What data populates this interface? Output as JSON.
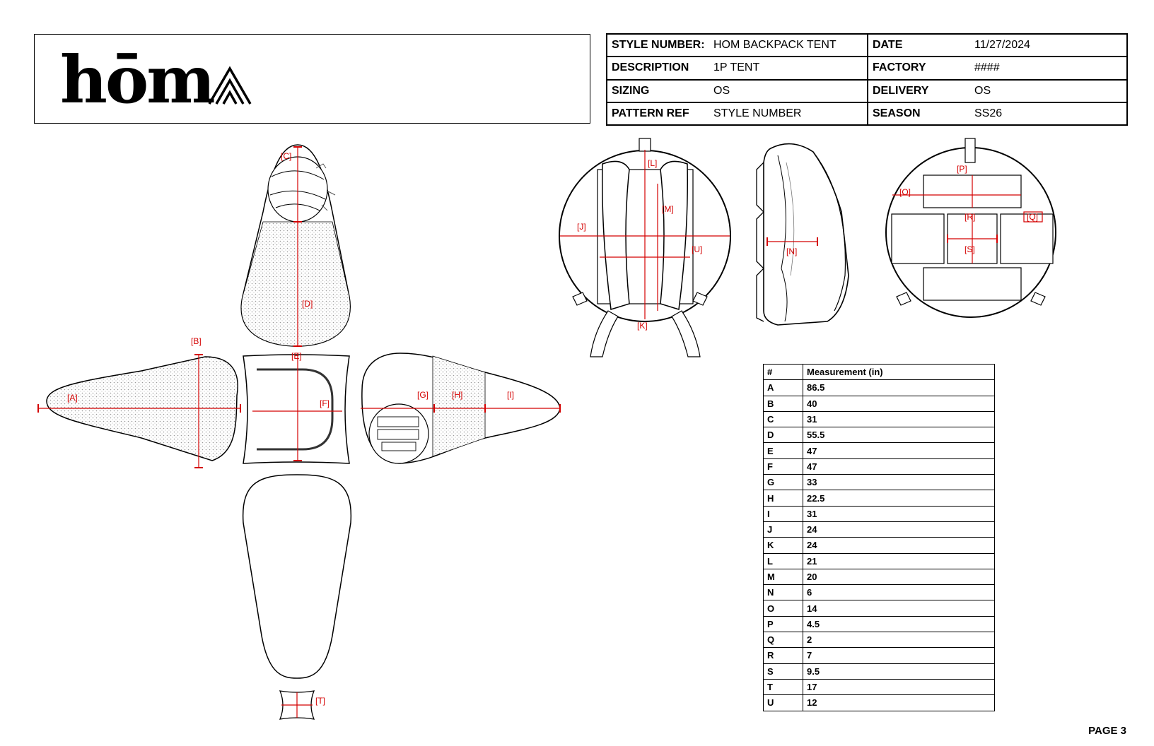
{
  "brand": {
    "wordmark": "hōm"
  },
  "spec": {
    "rows": [
      {
        "k1": "STYLE NUMBER:",
        "v1": "HOM BACKPACK TENT",
        "k2": "DATE",
        "v2": "11/27/2024"
      },
      {
        "k1": "DESCRIPTION",
        "v1": "1P TENT",
        "k2": "FACTORY",
        "v2": "####"
      },
      {
        "k1": "SIZING",
        "v1": "OS",
        "k2": "DELIVERY",
        "v2": "OS"
      },
      {
        "k1": "PATTERN REF",
        "v1": "STYLE NUMBER",
        "k2": "SEASON",
        "v2": "SS26"
      }
    ]
  },
  "measurements": {
    "headers": [
      "#",
      "Measurement (in)"
    ],
    "rows": [
      {
        "id": "A",
        "value": "86.5"
      },
      {
        "id": "B",
        "value": "40"
      },
      {
        "id": "C",
        "value": "31"
      },
      {
        "id": "D",
        "value": "55.5"
      },
      {
        "id": "E",
        "value": "47"
      },
      {
        "id": "F",
        "value": "47"
      },
      {
        "id": "G",
        "value": "33"
      },
      {
        "id": "H",
        "value": "22.5"
      },
      {
        "id": "I",
        "value": "31"
      },
      {
        "id": "J",
        "value": "24"
      },
      {
        "id": "K",
        "value": "24"
      },
      {
        "id": "L",
        "value": "21"
      },
      {
        "id": "M",
        "value": "20"
      },
      {
        "id": "N",
        "value": "6"
      },
      {
        "id": "O",
        "value": "14"
      },
      {
        "id": "P",
        "value": "4.5"
      },
      {
        "id": "Q",
        "value": "2"
      },
      {
        "id": "R",
        "value": "7"
      },
      {
        "id": "S",
        "value": "9.5"
      },
      {
        "id": "T",
        "value": "17"
      },
      {
        "id": "U",
        "value": "12"
      }
    ]
  },
  "callouts": {
    "A": "[A]",
    "B": "[B]",
    "C": "[C]",
    "D": "[D]",
    "E": "[E]",
    "F": "[F]",
    "G": "[G]",
    "H": "[H]",
    "I": "[I]",
    "J": "[J]",
    "K": "[K]",
    "L": "[L]",
    "M": "[M]",
    "N": "[N]",
    "O": "[O]",
    "P": "[P]",
    "Q": "[Q]",
    "R": "[R]",
    "S": "[S]",
    "T": "[T]",
    "U": "[U]"
  },
  "footer": {
    "page": "PAGE 3"
  },
  "colors": {
    "dimension": "#d40000",
    "line": "#000000"
  }
}
